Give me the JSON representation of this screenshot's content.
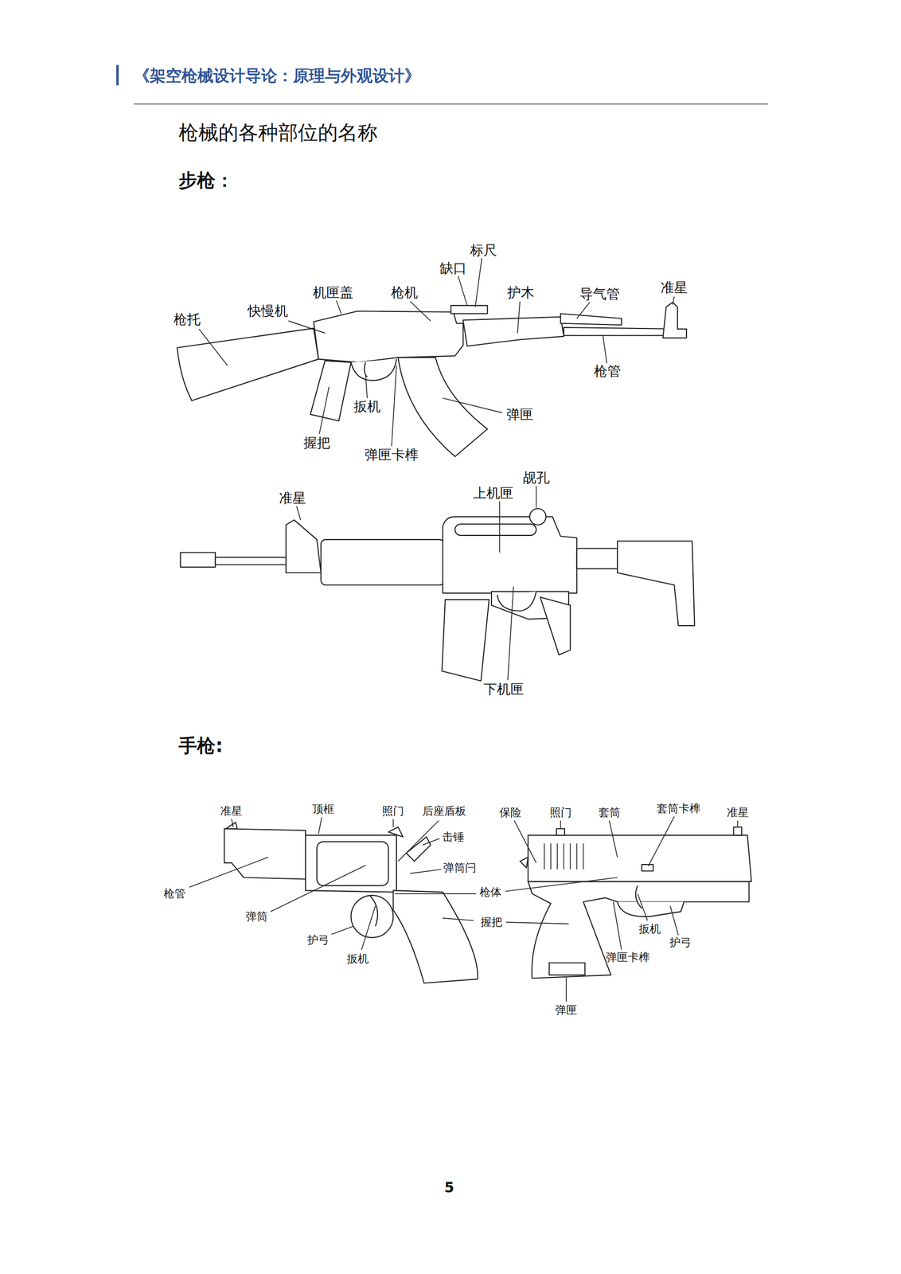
{
  "diagram": {
    "title": "枪械的各种部位的名称",
    "labels": [
      "《架空枪械设计导论：原理与外观设计》",
      "步枪：",
      "标尺",
      "缺口",
      "机匣盖",
      "枪机",
      "护木",
      "导气管",
      "准星",
      "快慢机",
      "枪托",
      "枪管",
      "扳机",
      "弹匣",
      "握把",
      "弹匣卡榫",
      "觇孔",
      "上机匣",
      "准星",
      "下机匣",
      "手枪:",
      "准星",
      "顶框",
      "照门",
      "后座盾板",
      "保险",
      "照门",
      "套筒",
      "套筒卡榫",
      "准星",
      "击锤",
      "弹筒闩",
      "枪管",
      "枪体",
      "弹筒",
      "握把",
      "护弓",
      "扳机",
      "扳机",
      "护弓",
      "弹匣卡榫",
      "弹匣",
      "5"
    ]
  }
}
